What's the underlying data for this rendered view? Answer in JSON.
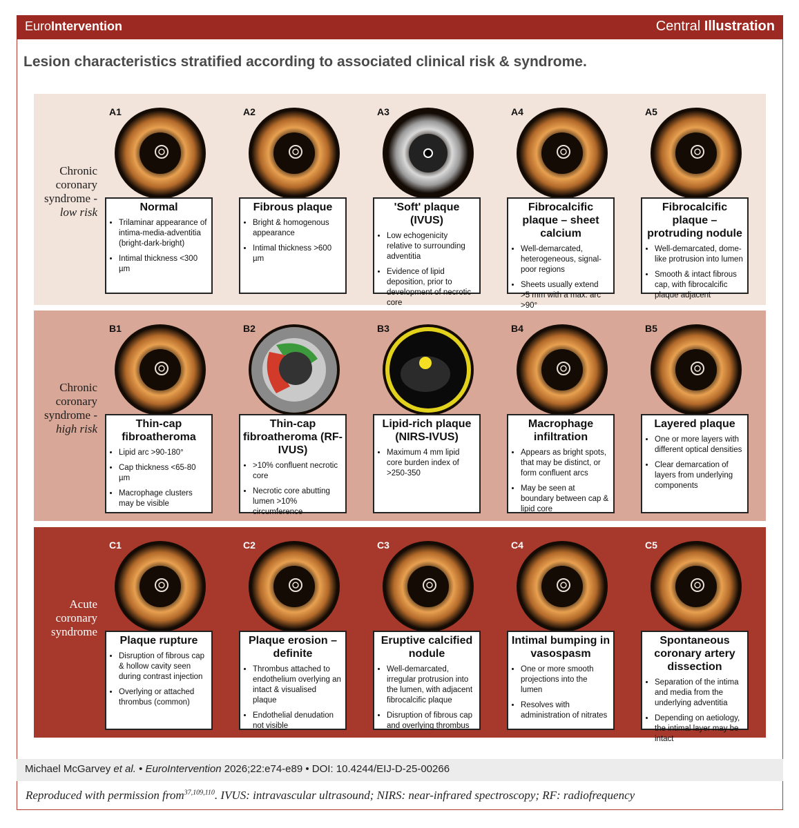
{
  "header": {
    "brand_light": "Euro",
    "brand_bold": "Intervention",
    "ci_light": "Central ",
    "ci_bold": "Illustration"
  },
  "title": "Lesion characteristics stratified according to associated clinical risk & syndrome.",
  "sections": [
    {
      "label_lines": [
        "Chronic",
        "coronary",
        "syndrome -"
      ],
      "label_italic": "low risk",
      "cells": [
        {
          "id": "A1",
          "image": "normal-oct-icon",
          "title": "Normal",
          "bullets": [
            "Trilaminar appearance of intima-media-adventitia (bright-dark-bright)",
            "Intimal thickness <300 µm"
          ]
        },
        {
          "id": "A2",
          "image": "fibrous-plaque-oct-icon",
          "title": "Fibrous plaque",
          "bullets": [
            "Bright & homogenous appearance",
            "Intimal thickness >600 µm"
          ]
        },
        {
          "id": "A3",
          "image": "soft-plaque-ivus-icon",
          "title": "'Soft' plaque (IVUS)",
          "bullets": [
            "Low echogenicity relative to surrounding adventitia",
            "Evidence of lipid deposition, prior to development of necrotic core"
          ]
        },
        {
          "id": "A4",
          "image": "sheet-calcium-oct-icon",
          "title": "Fibrocalcific plaque – sheet calcium",
          "bullets": [
            "Well-demarcated, heterogeneous, signal-poor regions",
            "Sheets usually extend >5 mm with a max. arc >90°"
          ]
        },
        {
          "id": "A5",
          "image": "protruding-nodule-oct-icon",
          "title": "Fibrocalcific plaque – protruding nodule",
          "bullets": [
            "Well-demarcated, dome-like protrusion into lumen",
            "Smooth & intact fibrous cap, with fibrocalcific plaque adjacent"
          ]
        }
      ]
    },
    {
      "label_lines": [
        "Chronic",
        "coronary",
        "syndrome -"
      ],
      "label_italic": "high risk",
      "cells": [
        {
          "id": "B1",
          "image": "thin-cap-oct-icon",
          "title": "Thin-cap fibroatheroma",
          "bullets": [
            "Lipid arc >90-180°",
            "Cap thickness <65-80 µm",
            "Macrophage clusters may be visible"
          ]
        },
        {
          "id": "B2",
          "image": "rf-ivus-icon",
          "title": "Thin-cap fibroatheroma (RF-IVUS)",
          "bullets": [
            ">10% confluent necrotic core",
            "Necrotic core abutting lumen >10% circumference"
          ]
        },
        {
          "id": "B3",
          "image": "nirs-ivus-icon",
          "title": "Lipid-rich plaque (NIRS-IVUS)",
          "bullets": [
            "Maximum 4 mm lipid core burden index of >250-350"
          ]
        },
        {
          "id": "B4",
          "image": "macrophage-oct-icon",
          "title": "Macrophage infiltration",
          "bullets": [
            "Appears as bright spots, that may be distinct, or form confluent arcs",
            "May be seen at boundary between cap & lipid core"
          ]
        },
        {
          "id": "B5",
          "image": "layered-plaque-oct-icon",
          "title": "Layered plaque",
          "bullets": [
            "One or more layers with different optical densities",
            "Clear demarcation of layers from underlying components"
          ]
        }
      ]
    },
    {
      "label_lines": [
        "Acute",
        "coronary",
        "syndrome"
      ],
      "label_italic": "",
      "cells": [
        {
          "id": "C1",
          "image": "plaque-rupture-oct-icon",
          "title": "Plaque rupture",
          "bullets": [
            "Disruption of fibrous cap & hollow cavity seen during contrast injection",
            "Overlying or attached thrombus (common)"
          ]
        },
        {
          "id": "C2",
          "image": "plaque-erosion-oct-icon",
          "title": "Plaque erosion – definite",
          "bullets": [
            "Thrombus attached to endothelium overlying an intact & visualised plaque",
            "Endothelial denudation not visible"
          ]
        },
        {
          "id": "C3",
          "image": "eruptive-nodule-oct-icon",
          "title": "Eruptive calcified nodule",
          "bullets": [
            "Well-demarcated, irregular protrusion into the lumen, with adjacent fibrocalcific plaque",
            "Disruption of fibrous cap and overlying thrombus"
          ]
        },
        {
          "id": "C4",
          "image": "vasospasm-oct-icon",
          "title": "Intimal bumping in vasospasm",
          "bullets": [
            "One or more smooth projections into the lumen",
            "Resolves with administration of nitrates"
          ]
        },
        {
          "id": "C5",
          "image": "dissection-oct-icon",
          "title": "Spontaneous coronary artery dissection",
          "bullets": [
            "Separation of the intima and media from the underlying adventitia",
            "Depending on aetiology, the intimal layer may be intact"
          ]
        }
      ]
    }
  ],
  "footer": {
    "authors": "Michael McGarvey ",
    "etal": "et al.",
    "sep1": " • ",
    "journal": "EuroIntervention",
    "ref": " 2026;22:e74-e89 • DOI: 10.4244/EIJ-D-25-00266",
    "note_pre": "Reproduced with permission from",
    "note_sup": "37,109,110",
    "note_post": ". IVUS: intravascular ultrasound; NIRS: near-infrared spectroscopy; RF: radiofrequency"
  },
  "colors": {
    "header": "#9c2a22",
    "section_a": "#f2e3db",
    "section_b": "#d8a797",
    "section_c": "#a6382c"
  }
}
